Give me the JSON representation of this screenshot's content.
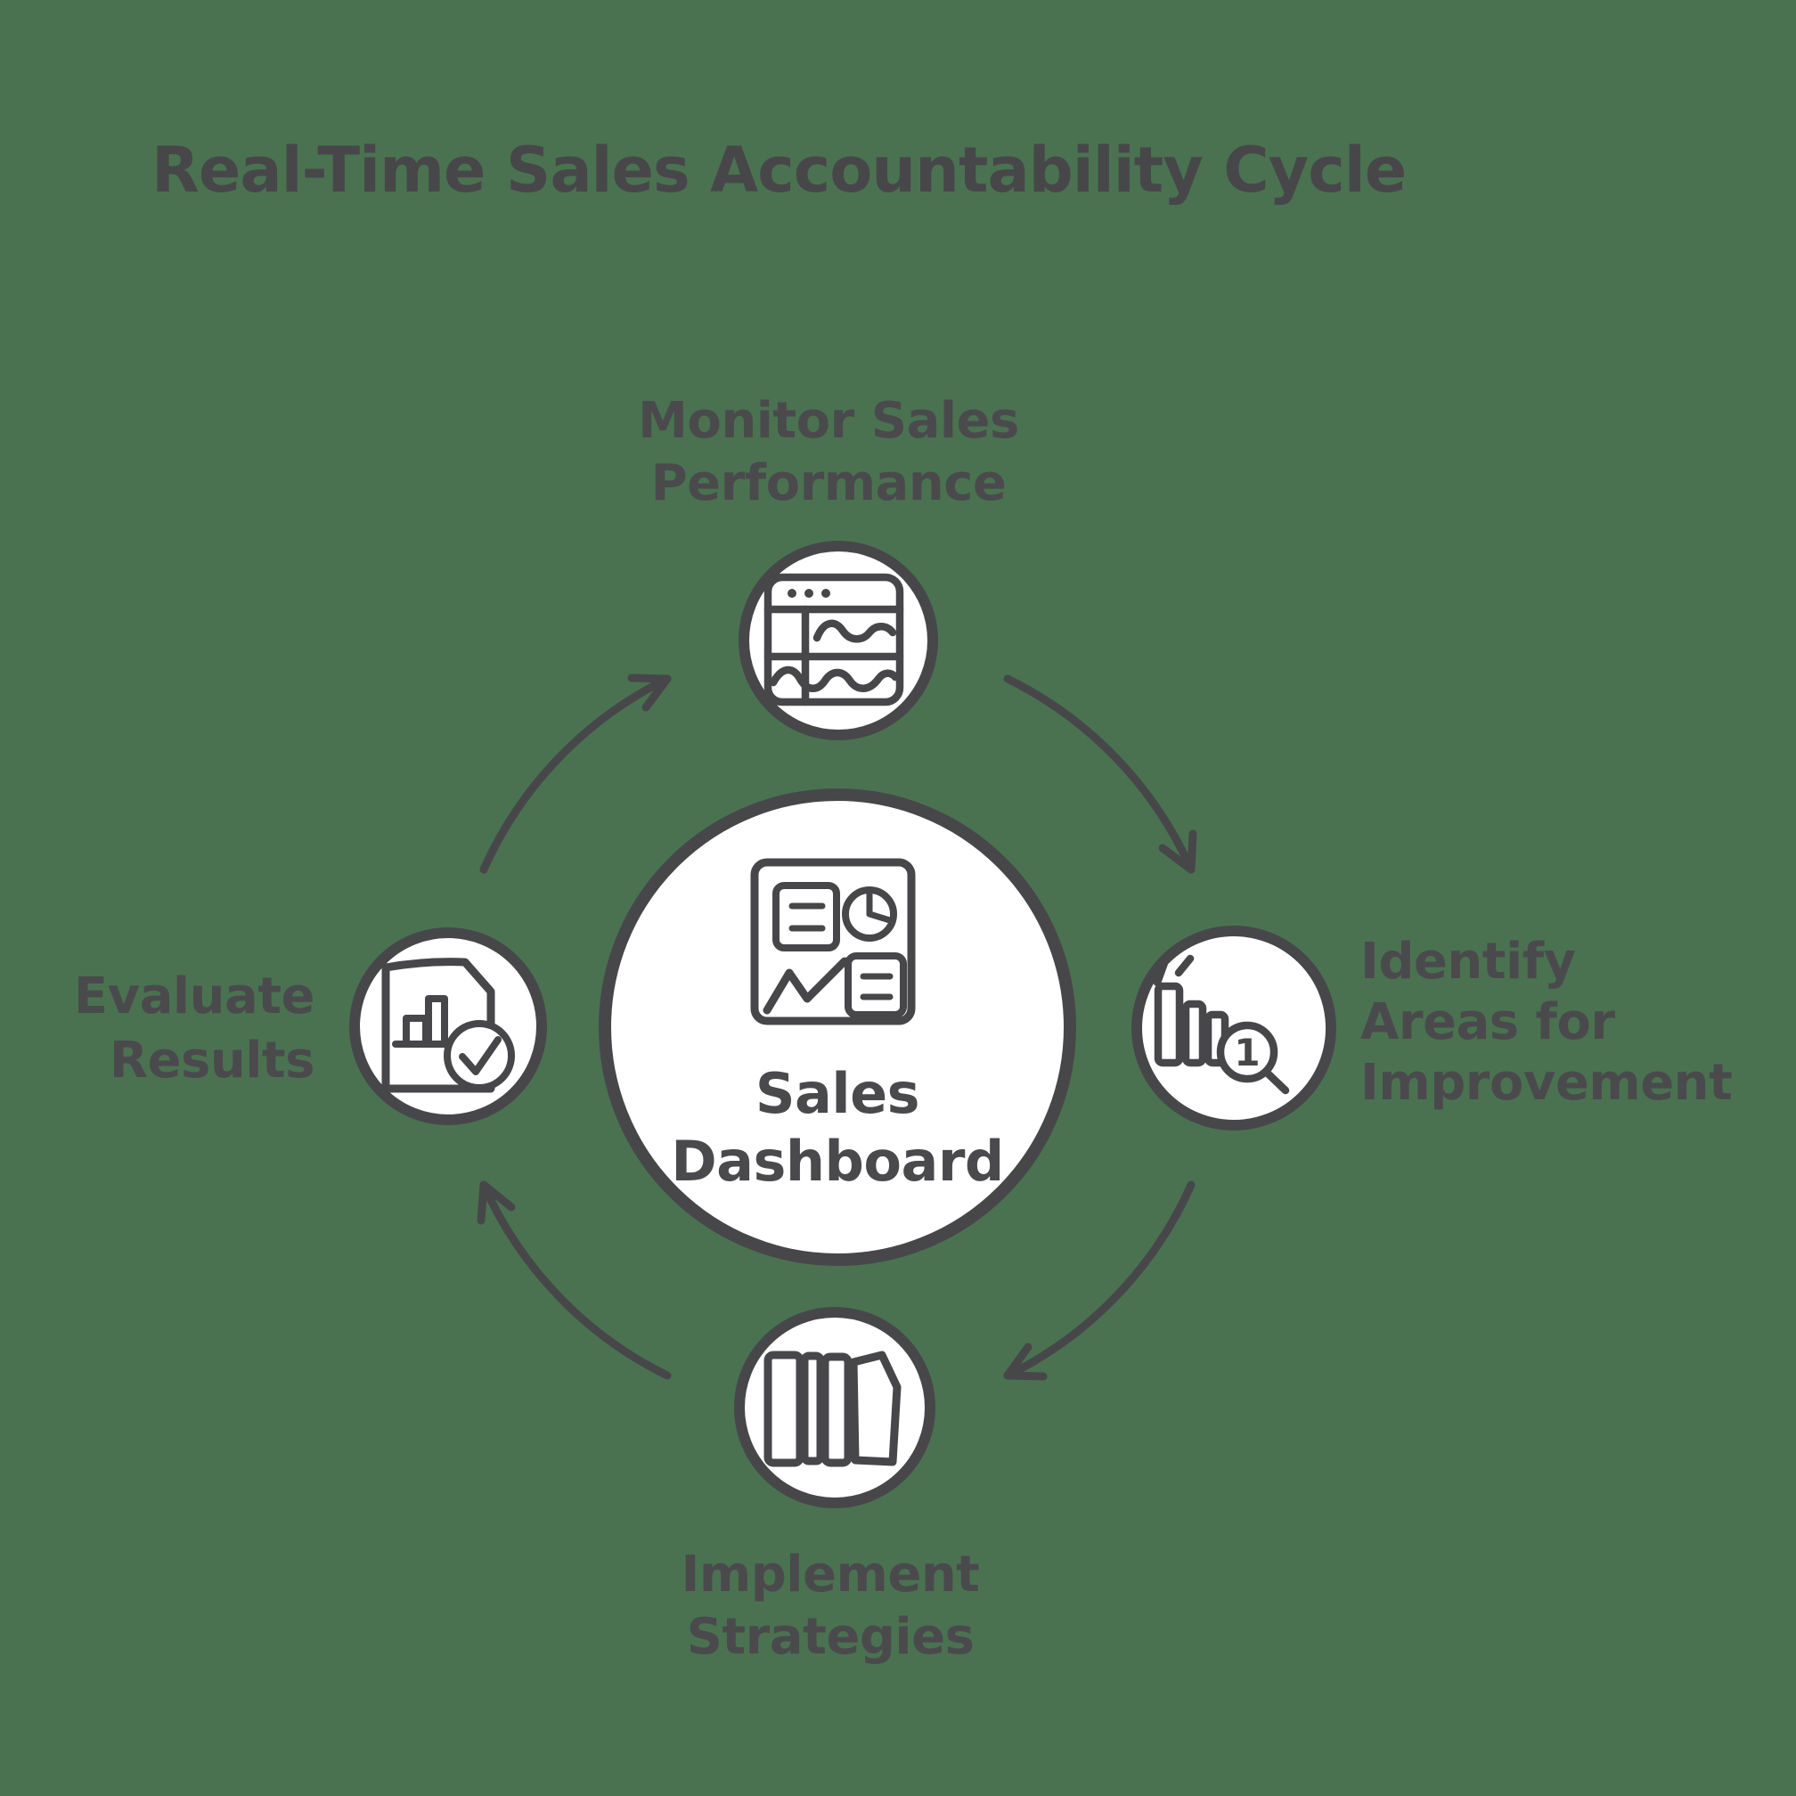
{
  "title": "Real-Time Sales Accountability Cycle",
  "colors": {
    "background": "#4a7251",
    "ink": "#47474a",
    "node_fill": "#ffffff"
  },
  "center": {
    "icon": "dashboard-icon",
    "label_lines": [
      "Sales",
      "Dashboard"
    ]
  },
  "nodes": [
    {
      "id": "monitor-sales-performance",
      "icon": "analytics-window-icon",
      "label_lines": [
        "Monitor Sales",
        "Performance"
      ]
    },
    {
      "id": "identify-areas-for-improvement",
      "icon": "ranking-magnifier-icon",
      "magnifier_digit": "1",
      "label_lines": [
        "Identify",
        "Areas for",
        "Improvement"
      ]
    },
    {
      "id": "implement-strategies",
      "icon": "books-icon",
      "label_lines": [
        "Implement",
        "Strategies"
      ]
    },
    {
      "id": "evaluate-results",
      "icon": "report-check-icon",
      "label_lines": [
        "Evaluate",
        "Results"
      ]
    }
  ],
  "cycle_order": [
    "monitor-sales-performance",
    "identify-areas-for-improvement",
    "implement-strategies",
    "evaluate-results"
  ]
}
